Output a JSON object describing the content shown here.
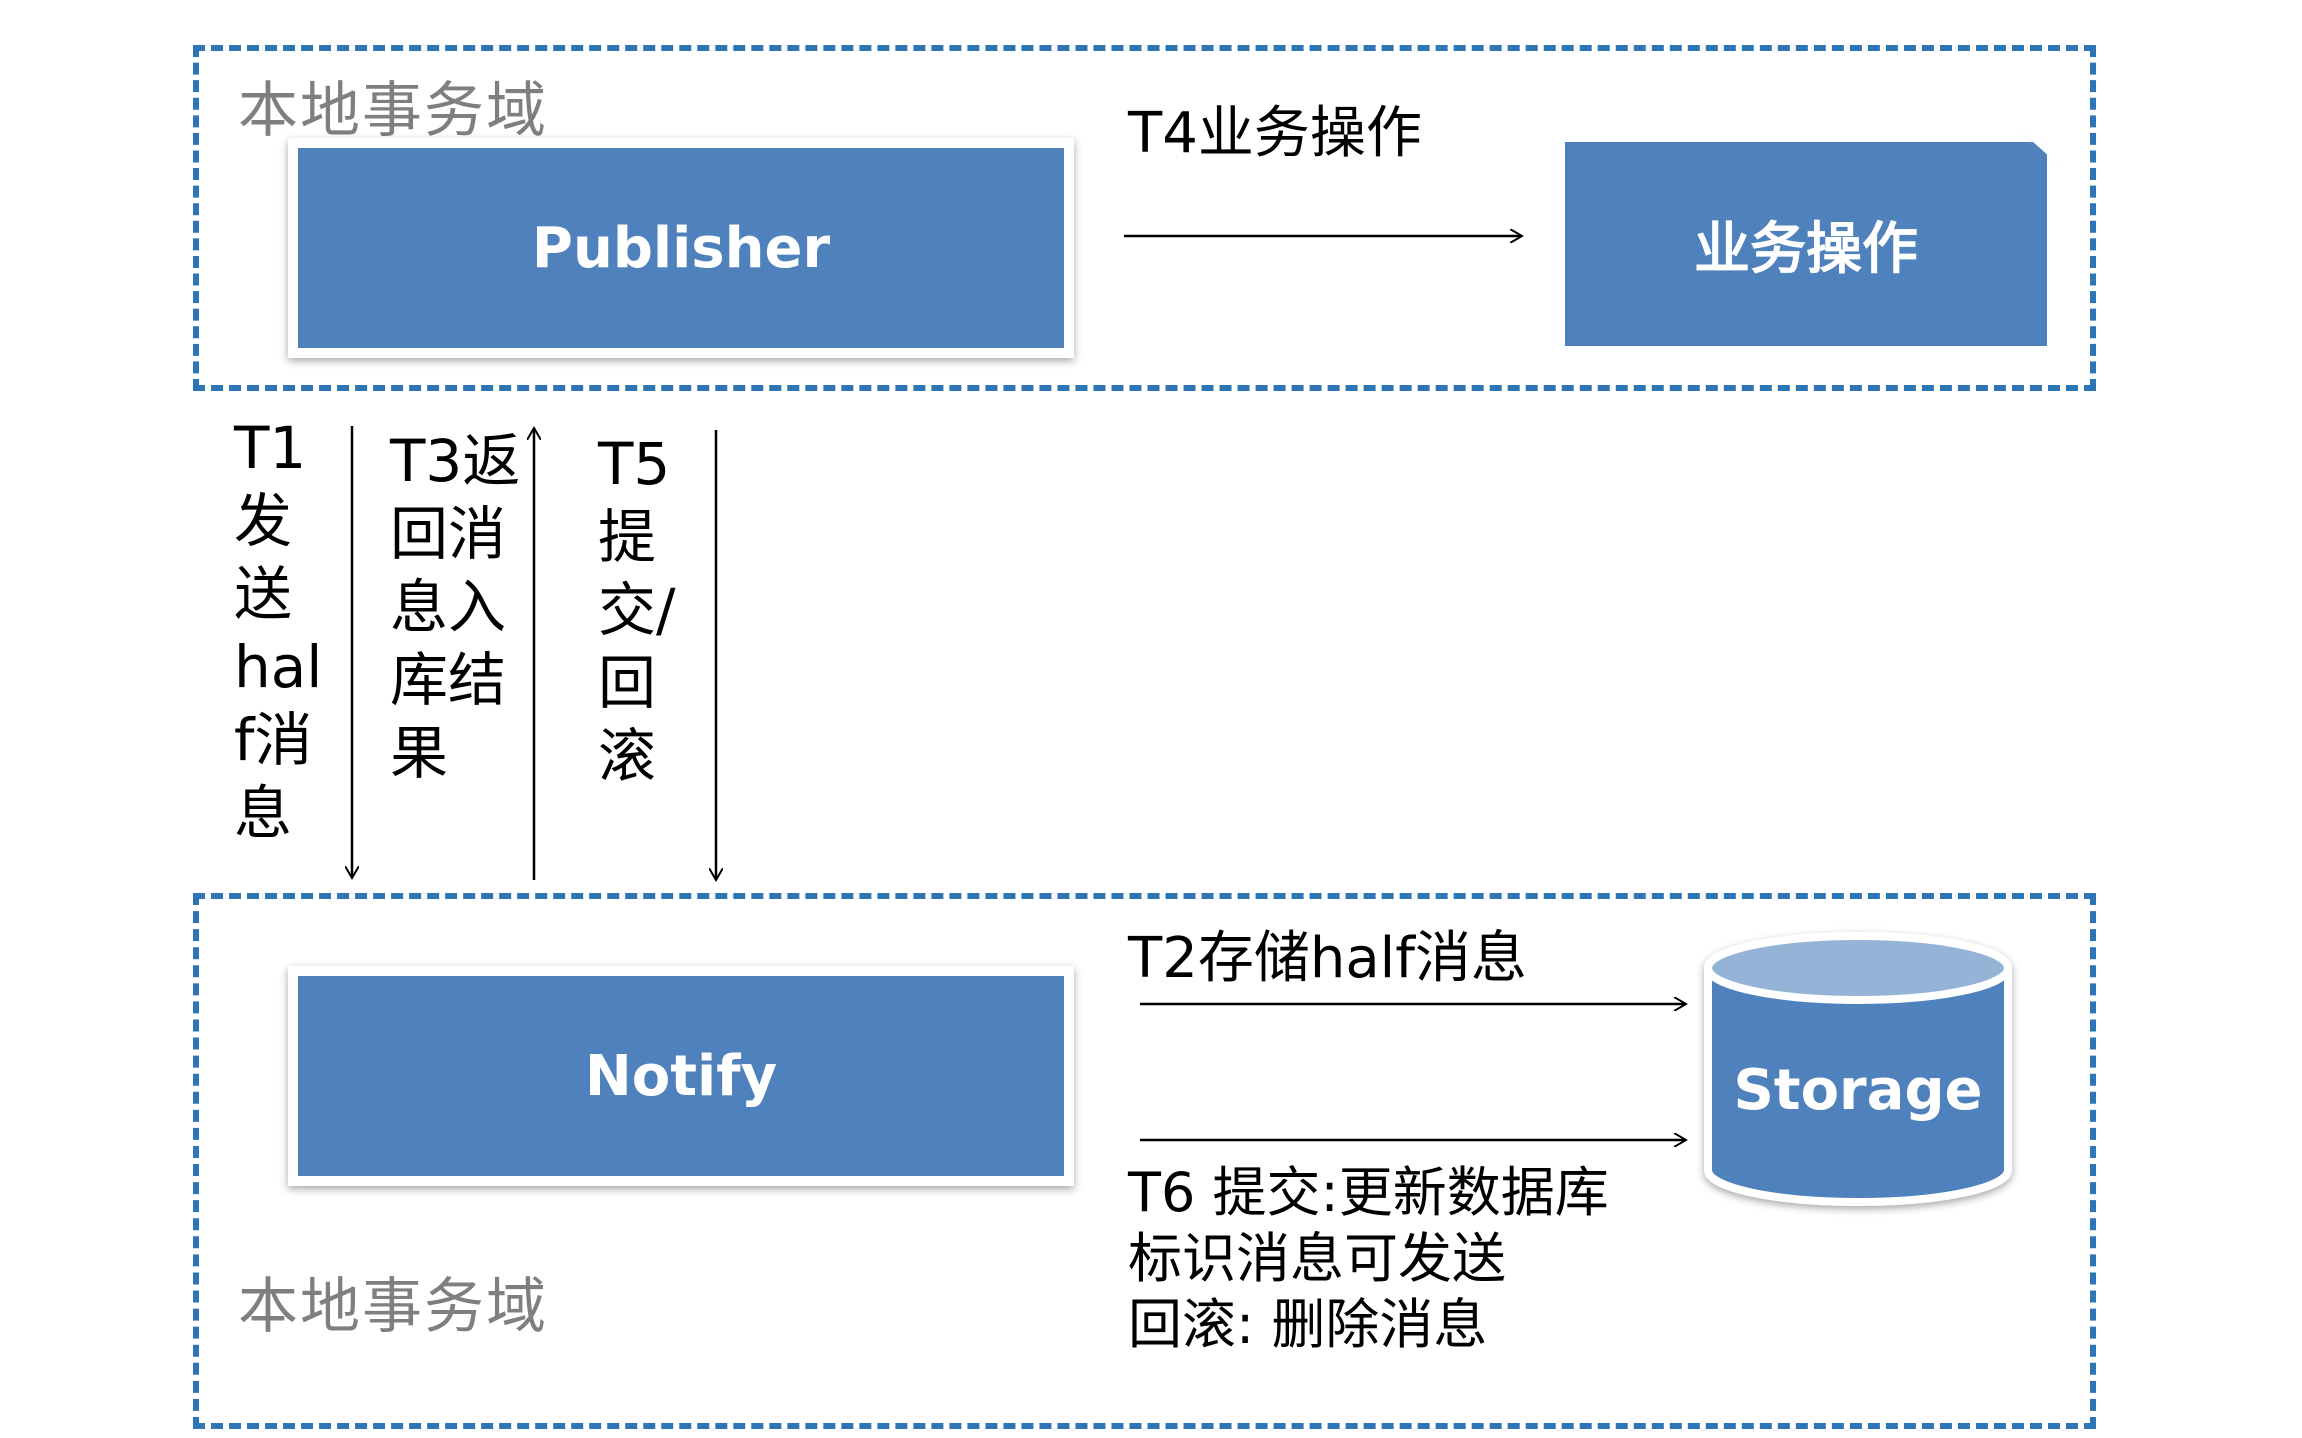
{
  "domains": {
    "top": {
      "label": "本地事务域"
    },
    "bottom": {
      "label": "本地事务域"
    }
  },
  "nodes": {
    "publisher": "Publisher",
    "business": "业务操作",
    "notify": "Notify",
    "storage": "Storage"
  },
  "arrows": {
    "t4": "T4业务操作",
    "t1": [
      "T1",
      "发",
      "送",
      "hal",
      "f消",
      "息"
    ],
    "t3": [
      "T3返",
      "回消",
      "息入",
      "库结",
      "果"
    ],
    "t5": [
      "T5",
      "提",
      "交/",
      "回",
      "滚"
    ],
    "t2": "T2存储half消息",
    "t6": [
      "T6 提交:更新数据库",
      "标识消息可发送",
      "回滚: 删除消息"
    ]
  },
  "colors": {
    "node_fill": "#4f81bd",
    "dashed_border": "#2e75b6",
    "domain_label": "#7f7f7f",
    "storage_top": "#95b3d7"
  }
}
